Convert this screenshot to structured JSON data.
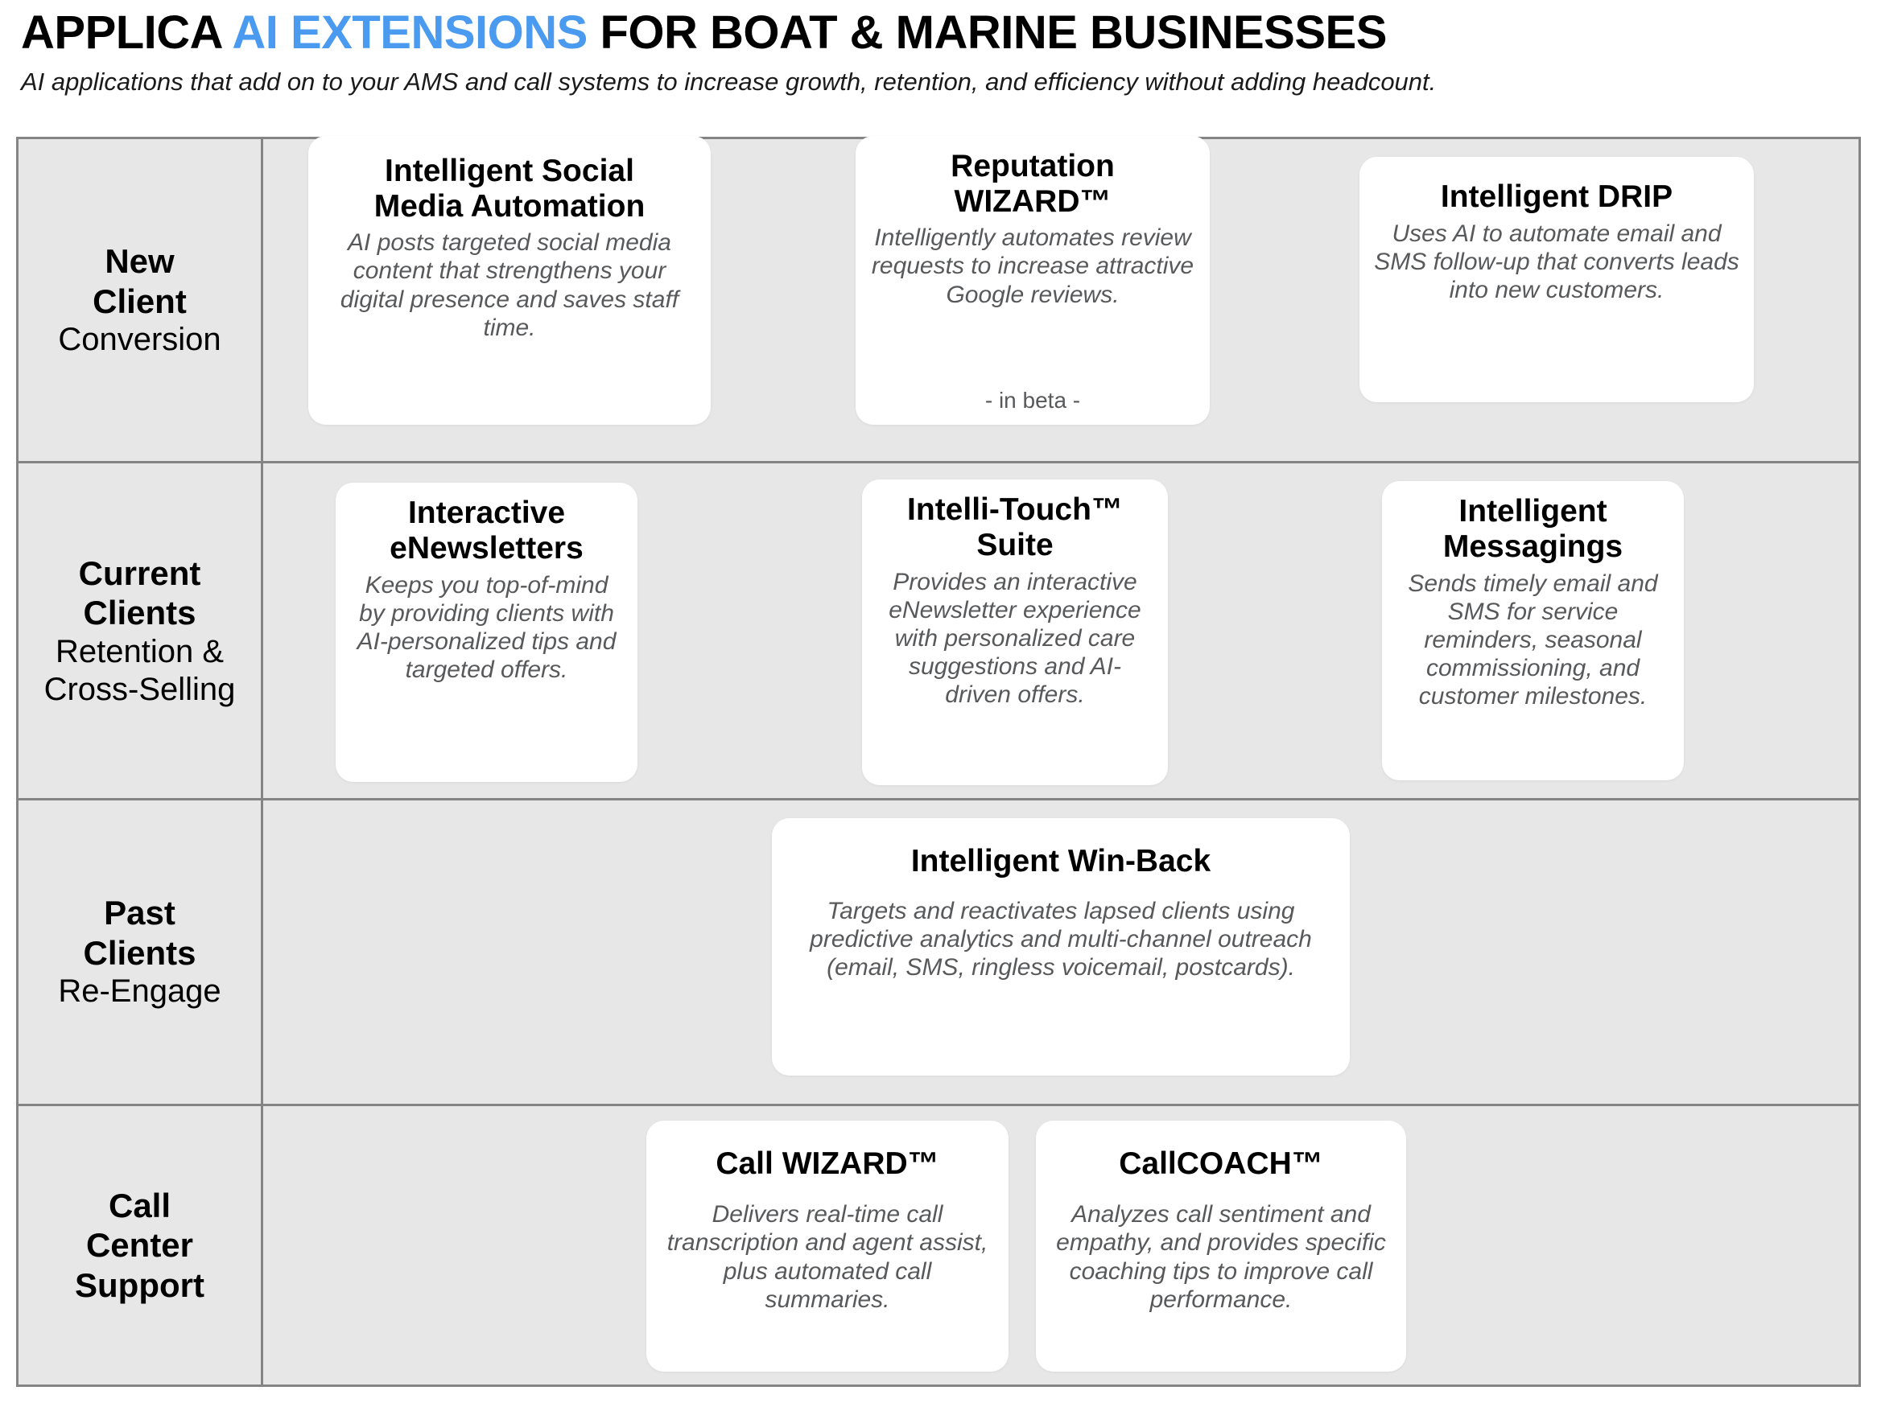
{
  "header": {
    "title_part1": "APPLICA ",
    "title_accent": "AI EXTENSIONS",
    "title_part2": " FOR BOAT & MARINE BUSINESSES",
    "subtitle": "AI applications that add on to your AMS and call systems to increase growth, retention, and efficiency without adding headcount.",
    "accent_color": "#4a9bf0"
  },
  "matrix": {
    "grid_bg": "#e7e7e7",
    "card_bg": "#ffffff",
    "border_color": "#848484",
    "desc_color": "#58595b",
    "rows": [
      {
        "label_main": "New\nClient",
        "label_main_line1": "New",
        "label_main_line2": "Client",
        "label_sub": "Conversion",
        "cards": [
          {
            "title_line1": "Intelligent Social",
            "title_line2": "Media Automation",
            "desc": "AI posts targeted social media content that strengthens your digital presence and saves staff time.",
            "note": ""
          },
          {
            "title_line1": "Reputation",
            "title_line2": "WIZARD™",
            "desc": "Intelligently automates review requests to increase attractive Google reviews.",
            "note": "- in beta -"
          },
          {
            "title_line1": "Intelligent DRIP",
            "title_line2": "",
            "desc": "Uses AI to automate email and SMS follow-up that converts leads into new customers.",
            "note": ""
          }
        ]
      },
      {
        "label_main_line1": "Current",
        "label_main_line2": "Clients",
        "label_sub": "Retention &\nCross-Selling",
        "label_sub_line1": "Retention &",
        "label_sub_line2": "Cross-Selling",
        "cards": [
          {
            "title_line1": "Interactive",
            "title_line2": "eNewsletters",
            "desc": "Keeps you top-of-mind by providing clients with AI-personalized tips and targeted offers.",
            "note": ""
          },
          {
            "title_line1": "Intelli-Touch™",
            "title_line2": "Suite",
            "desc": "Provides an interactive eNewsletter experience with personalized care suggestions and AI-driven offers.",
            "note": ""
          },
          {
            "title_line1": "Intelligent",
            "title_line2": "Messagings",
            "desc": "Sends timely email and SMS for service reminders, seasonal commissioning, and customer milestones.",
            "note": ""
          }
        ]
      },
      {
        "label_main_line1": "Past",
        "label_main_line2": "Clients",
        "label_sub": "Re-Engage",
        "cards": [
          {
            "title_line1": "Intelligent Win-Back",
            "title_line2": "",
            "desc": "Targets and reactivates lapsed clients using predictive analytics and multi-channel outreach (email, SMS, ringless voicemail, postcards).",
            "note": ""
          }
        ]
      },
      {
        "label_main_line1": "Call",
        "label_main_line2": "Center",
        "label_main_line3": "Support",
        "label_sub": "",
        "cards": [
          {
            "title_line1": "Call WIZARD™",
            "title_line2": "",
            "desc": "Delivers real-time call transcription and agent assist, plus automated call summaries.",
            "note": ""
          },
          {
            "title_line1": "CallCOACH™",
            "title_line2": "",
            "desc": "Analyzes call sentiment and empathy, and provides specific coaching tips to improve call performance.",
            "note": ""
          }
        ]
      }
    ]
  }
}
